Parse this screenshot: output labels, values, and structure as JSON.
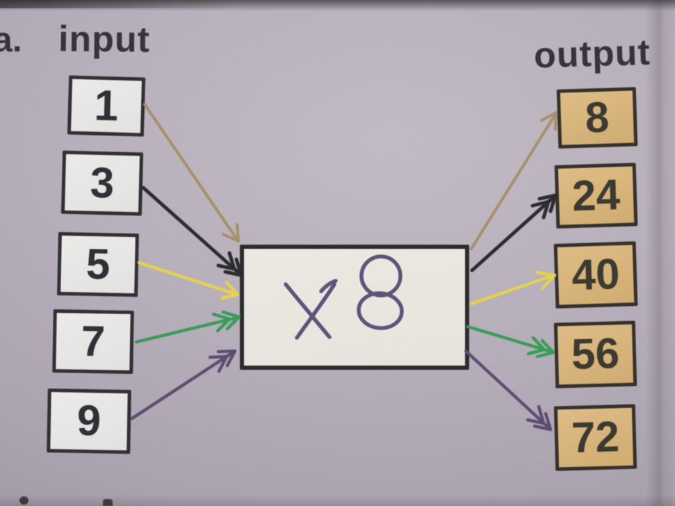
{
  "page": {
    "item_label": "a.",
    "input_header": "input",
    "output_header": "output"
  },
  "machine": {
    "rule_handwritten": "× 8",
    "inputs": [
      "1",
      "3",
      "5",
      "7",
      "9"
    ],
    "outputs": [
      "8",
      "24",
      "40",
      "56",
      "72"
    ]
  },
  "connections": [
    {
      "from": "1",
      "to": "8",
      "color": "#a58e66"
    },
    {
      "from": "3",
      "to": "24",
      "color": "#26262b"
    },
    {
      "from": "5",
      "to": "40",
      "color": "#e7d34b"
    },
    {
      "from": "7",
      "to": "56",
      "color": "#359a54"
    },
    {
      "from": "9",
      "to": "72",
      "color": "#584a6e"
    }
  ],
  "colors": {
    "paper": "#b4acb8",
    "box_border": "#2a2927",
    "input_box_fill": "#e9e7e6",
    "output_box_fill": "#d9b478",
    "machine_fill": "#edeae3",
    "header_text": "#2f2e35",
    "ink": "#4b4370"
  }
}
